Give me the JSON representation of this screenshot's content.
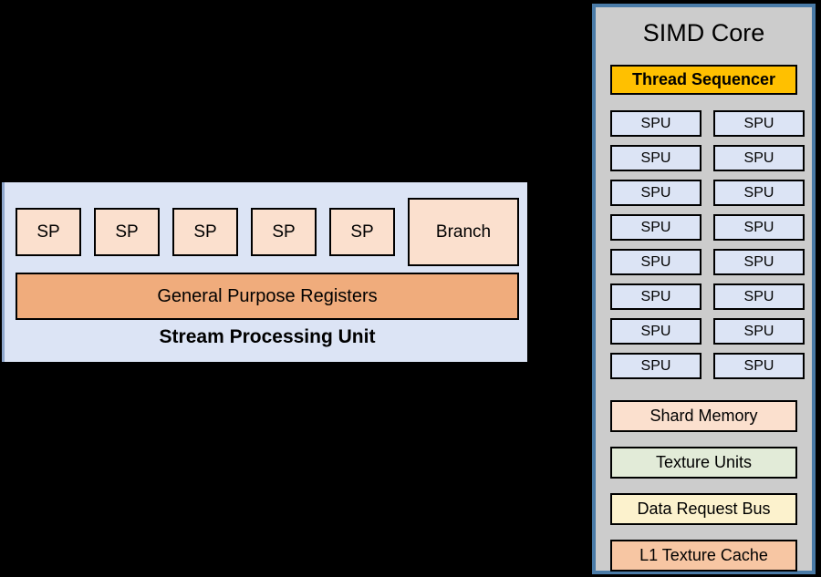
{
  "stream_processing_unit": {
    "title": "Stream Processing Unit",
    "sp_units": [
      "SP",
      "SP",
      "SP",
      "SP",
      "SP"
    ],
    "branch_label": "Branch",
    "registers_label": "General Purpose Registers",
    "colors": {
      "panel_fill": "#DCE4F5",
      "panel_edge": "#8FA7CC",
      "sp_fill": "#FBE0CE",
      "registers_fill": "#F0AC7C"
    }
  },
  "connector": {
    "name": "arrow-spu-to-simd",
    "direction": "right",
    "color": "#000000"
  },
  "simd_core": {
    "title": "SIMD Core",
    "thread_sequencer": "Thread Sequencer",
    "spu_rows": [
      [
        "SPU",
        "SPU"
      ],
      [
        "SPU",
        "SPU"
      ],
      [
        "SPU",
        "SPU"
      ],
      [
        "SPU",
        "SPU"
      ],
      [
        "SPU",
        "SPU"
      ],
      [
        "SPU",
        "SPU"
      ],
      [
        "SPU",
        "SPU"
      ],
      [
        "SPU",
        "SPU"
      ]
    ],
    "units": [
      {
        "label": "Shard Memory",
        "color": "#FBE0CE"
      },
      {
        "label": "Texture Units",
        "color": "#E2EBD8"
      },
      {
        "label": "Data Request Bus",
        "color": "#FCF2CD"
      },
      {
        "label": "L1 Texture Cache",
        "color": "#F7C6A3"
      }
    ],
    "colors": {
      "panel_fill": "#CCCCCC",
      "panel_border": "#4A7BA7",
      "thread_sequencer_fill": "#FFC000",
      "spu_fill": "#DCE4F5"
    }
  },
  "background_color": "#000000"
}
